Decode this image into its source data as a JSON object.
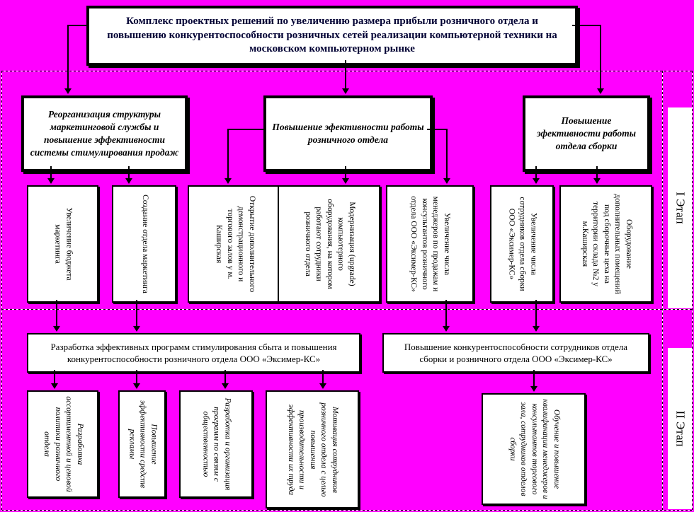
{
  "title": "Комплекс проектных решений по увеличению размера прибыли розничного отдела и повышению конкурентоспособности розничных сетей реализации компьютерной техники на московском компьютерном рынке",
  "stage1": {
    "label": "I Этап",
    "headings": [
      "Реорганизация структуры маркетинговой службы и повышение эффективности системы стимулирования продаж",
      "Повышение эфективности работы розничного отдела",
      "Повышение эфективности работы отдела сборки"
    ],
    "actions": [
      "Увеличение бюджета маркетинга",
      "Создание отдела маркетинга",
      "Открытие дополнительного демонстрационного и торгового залов у м. Каширская",
      "Модернизация (upgrade) компьютерного оборудования, на котором работают сотрудники розничного отдела",
      "Увеличение числа менеджеров по продажам и консультантов розничного отдела ООО «Эксимер-КС»",
      "Увеличение числа сотрудников отдела сборки ООО «Эксимер-КС»",
      "Оборудование дополнительных помещений под сборочные цеха на территории склада №2 у м.Каширская"
    ]
  },
  "stage2": {
    "label": "II Этап",
    "programs": [
      "Разработка эффективных программ стимулирования сбыта и повышения конкурентоспособности розничного отдела ООО «Эксимер-КС»",
      "Повышение конкурентоспособности сотрудников отдела сборки и розничного отдела ООО «Эксимер-КС»"
    ],
    "actions": [
      "Разработка ассортиментной и ценовой политики розничного отдела",
      "Повышение эффективности средств рекламы",
      "Разработка и организация программ по связям с общественностью",
      "Мотивация сотрудников розничного отдела с целью повышения производительности и эффективности их труда",
      "Обучение и повышение квалификации менеджеров и консультантов торгового зала, сотрудников отделов сборки"
    ]
  },
  "colors": {
    "background": "#FF00FF",
    "box_background": "#FFFFFF",
    "border": "#000000",
    "title_text": "#000033",
    "body_text": "#000000"
  }
}
